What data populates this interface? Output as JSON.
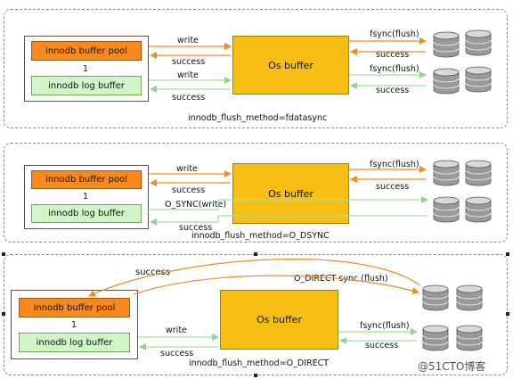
{
  "panels": [
    {
      "buffer_pool_label": "innodb buffer pool",
      "ratio_label": "1",
      "log_buffer_label": "innodb log buffer",
      "os_buffer_label": "Os buffer",
      "arrow_labels": {
        "write_top": "write",
        "success_top": "success",
        "write_bottom": "write",
        "success_bottom": "success",
        "fsync_top": "fsync(flush)",
        "success_right_top": "success",
        "fsync_bottom": "fsync(flush)",
        "success_right_bottom": "success"
      },
      "caption": "innodb_flush_method=fdatasync"
    },
    {
      "buffer_pool_label": "innodb buffer pool",
      "ratio_label": "1",
      "log_buffer_label": "innodb log buffer",
      "os_buffer_label": "Os buffer",
      "arrow_labels": {
        "write_top": "write",
        "success_top": "success",
        "osync": "O_SYNC(write)",
        "success_bottom": "success",
        "fsync": "fsync(flush)",
        "success_right": "success"
      },
      "caption": "innodb_flush_method=O_DSYNC"
    },
    {
      "buffer_pool_label": "innodb buffer pool",
      "ratio_label": "1",
      "log_buffer_label": "innodb log buffer",
      "os_buffer_label": "Os buffer",
      "arrow_labels": {
        "success_arc": "success",
        "odirect": "O_DIRECT  sync (flush)",
        "write": "write",
        "success_bottom": "success",
        "fsync": "fsync(flush)",
        "success_right": "success"
      },
      "caption": "innodb_flush_method=O_DIRECT"
    }
  ],
  "colors": {
    "write_arrow": "#f08a24",
    "success_arrow": "#9fe09a",
    "pool": "#f7891f",
    "log": "#d2f5c8",
    "os_buffer": "#f7bf14",
    "disk": "#8c8c8c"
  },
  "watermark": "@51CTO博客"
}
